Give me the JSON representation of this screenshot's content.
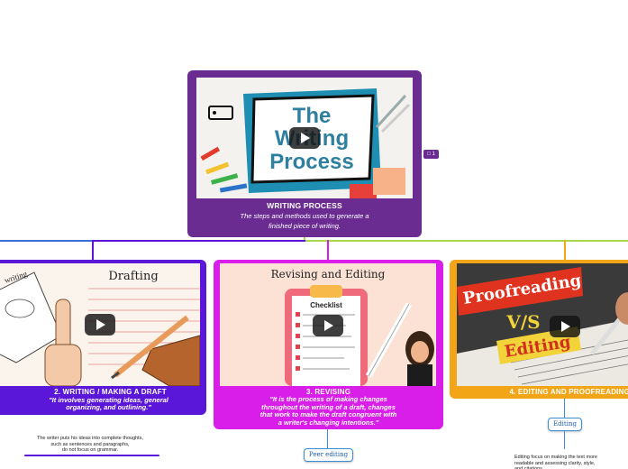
{
  "root": {
    "title": "WRITING PROCESS",
    "subtitle_line1": "The steps and methods used to generate a",
    "subtitle_line2": "finished piece of writing.",
    "thumbnail": {
      "line1": "The",
      "line2": "Writing",
      "line3": "Process"
    },
    "comment_count": "1"
  },
  "nodes": [
    {
      "title": "2. WRITING / MAKING A DRAFT",
      "lines": [
        "\"It involves generating ideas, general",
        "organizing, and outlining.\""
      ],
      "thumb_heading": "Drafting",
      "thumb_side": "writing"
    },
    {
      "title": "3. REVISING",
      "lines": [
        "\"It is the process of making changes",
        "throughout the writing of a draft, changes",
        "that work to make the draft congruent with",
        "a writer's changing intentions.\""
      ],
      "thumb_heading": "Revising and Editing",
      "thumb_list": "Checklist"
    },
    {
      "title": "4. EDITING AND PROOFREADING",
      "thumb_word1": "Proofreading",
      "thumb_word2": "V/S",
      "thumb_word3": "Editing"
    }
  ],
  "subnodes": {
    "drafting_note": "The writer puts his ideas into complete thoughts,\nsuch as sentences and paragraphs,\ndo not focus on grammar.",
    "peer_editing": "Peer editing",
    "editing": "Editing",
    "editing_note": "Editing  focus on making the text more\nreadable and assessing clarity, style,\nand citations"
  },
  "colors": {
    "root": "#6a2c91",
    "drafting": "#5b17d9",
    "revising": "#d81ee8",
    "editing": "#f2a516",
    "line_green": "#a8d94a"
  }
}
